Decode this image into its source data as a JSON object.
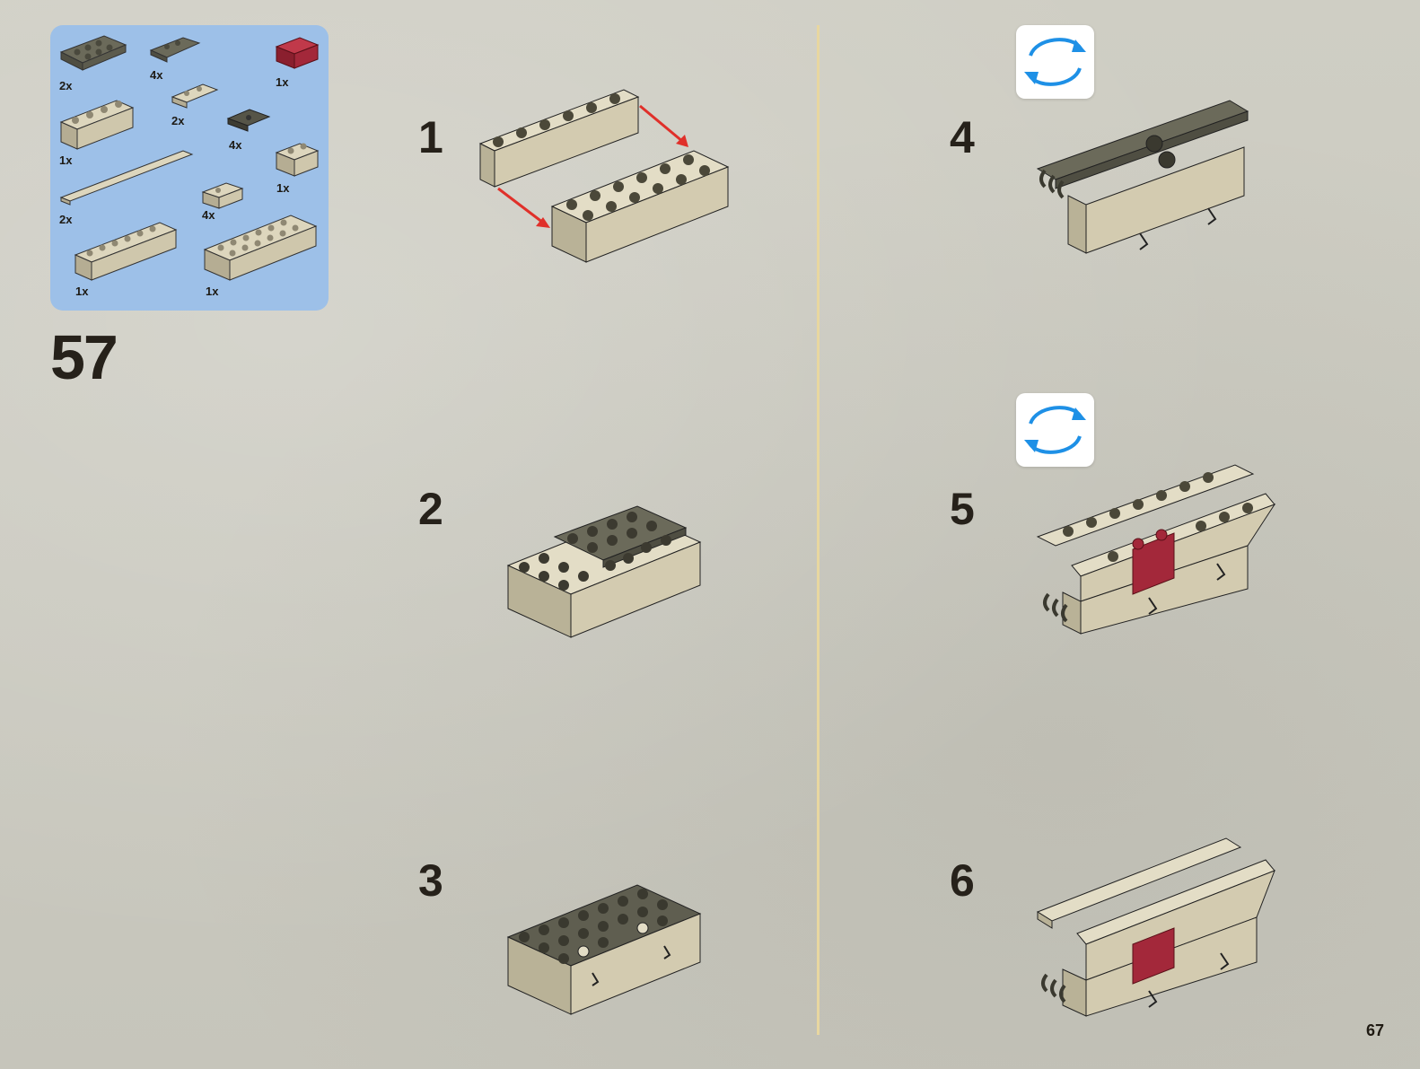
{
  "page_step": "57",
  "page_number": "67",
  "parts_list": [
    {
      "qty": "2x",
      "color": "#6b6a5a"
    },
    {
      "qty": "4x",
      "color": "#6b6a5a"
    },
    {
      "qty": "1x",
      "color": "#a3283a"
    },
    {
      "qty": "1x",
      "color": "#cfc7ac"
    },
    {
      "qty": "2x",
      "color": "#cfc7ac"
    },
    {
      "qty": "4x",
      "color": "#565548"
    },
    {
      "qty": "1x",
      "color": "#cfc7ac"
    },
    {
      "qty": "2x",
      "color": "#cfc7ac"
    },
    {
      "qty": "4x",
      "color": "#cfc7ac"
    },
    {
      "qty": "1x",
      "color": "#cfc7ac"
    },
    {
      "qty": "1x",
      "color": "#cfc7ac"
    }
  ],
  "steps": [
    {
      "number": "1"
    },
    {
      "number": "2"
    },
    {
      "number": "3"
    },
    {
      "number": "4",
      "rotate": true
    },
    {
      "number": "5",
      "rotate": true
    },
    {
      "number": "6"
    }
  ],
  "colors": {
    "tan": "#cfc7ac",
    "dark_tan": "#6b6a5a",
    "red": "#a3283a",
    "callout_bg": "#9dc0e8",
    "divider": "#e8d7a0",
    "rotate_arrow": "#1e90e6",
    "placement_arrow": "#e0302a"
  },
  "icons": {
    "rotate": "rotate-model-icon"
  }
}
